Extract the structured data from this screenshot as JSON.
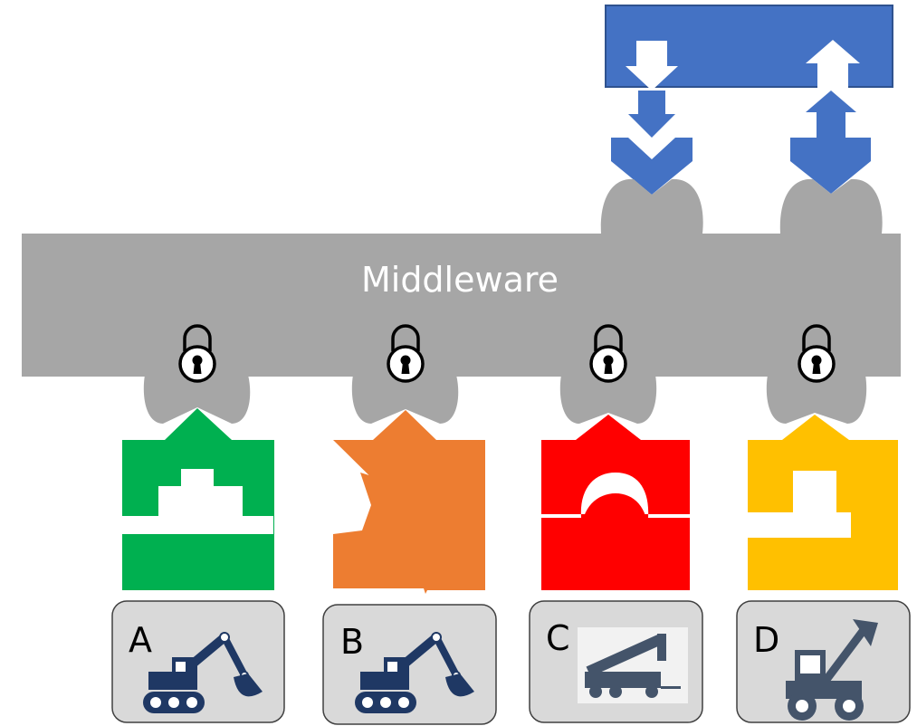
{
  "middleware": {
    "label": "Middleware",
    "color": "#a6a6a6"
  },
  "top_block": {
    "color": "#4472c4"
  },
  "adapters": [
    {
      "id": "a",
      "color": "#00b050"
    },
    {
      "id": "b",
      "color": "#ed7d31"
    },
    {
      "id": "c",
      "color": "#ff0000"
    },
    {
      "id": "d",
      "color": "#ffc000"
    }
  ],
  "machines": [
    {
      "letter": "A",
      "icon": "excavator-icon"
    },
    {
      "letter": "B",
      "icon": "excavator-icon"
    },
    {
      "letter": "C",
      "icon": "mobile-crane-icon"
    },
    {
      "letter": "D",
      "icon": "wheel-loader-icon"
    }
  ],
  "lock_icon": "padlock-icon"
}
